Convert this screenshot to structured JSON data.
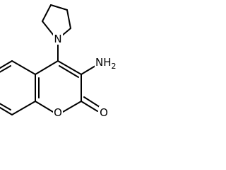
{
  "molecule": {
    "atoms": {
      "ring_nitrogen": "N",
      "amine": "NH2",
      "amine_main": "NH",
      "amine_sub": "2",
      "ring_oxygen": "O",
      "carbonyl_oxygen": "O"
    },
    "colors": {
      "bond": "#000000",
      "label": "#000000",
      "background": "#ffffff"
    }
  }
}
